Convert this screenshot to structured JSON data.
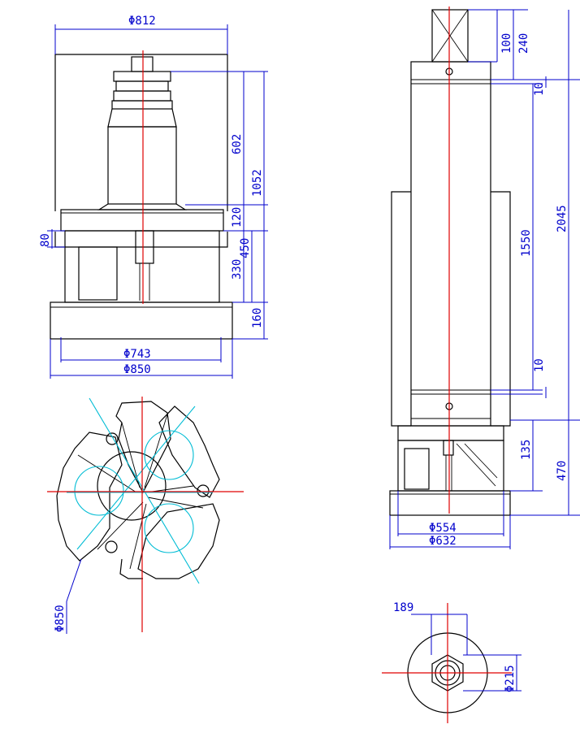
{
  "drawing": {
    "front_view": {
      "top_width": "Φ812",
      "dim_602": "602",
      "dim_1052": "1052",
      "dim_120": "120",
      "dim_450": "450",
      "dim_330": "330",
      "dim_160": "160",
      "dim_80": "80",
      "base_inner": "Φ743",
      "base_outer": "Φ850"
    },
    "bottom_view": {
      "diameter": "Φ850"
    },
    "side_view": {
      "dim_100": "100",
      "dim_240": "240",
      "dim_10_top": "10",
      "dim_1550": "1550",
      "dim_2045": "2045",
      "dim_10_bottom": "10",
      "dim_135": "135",
      "dim_470": "470",
      "inner_dia": "Φ554",
      "outer_dia": "Φ632"
    },
    "detail_view": {
      "width": "189",
      "diameter": "Φ215"
    }
  }
}
